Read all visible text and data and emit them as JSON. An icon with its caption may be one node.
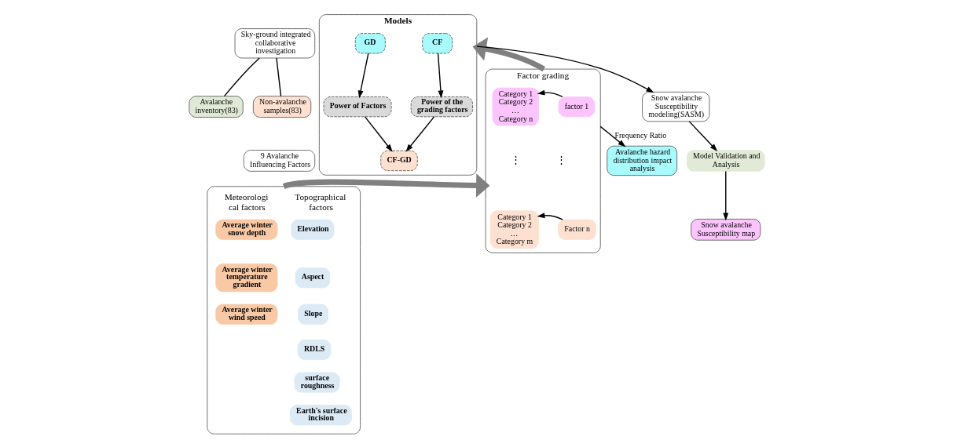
{
  "diagram": {
    "nodes": [
      {
        "text": [
          "Sky-ground integrated collaborative investigation"
        ]
      },
      {
        "text": [
          "Avalanche inventory(83)"
        ]
      },
      {
        "text": [
          "Non-avalanche samples(83)"
        ]
      },
      {
        "text": [
          "9 Avalanche Influencing Factors"
        ]
      },
      {
        "text": [],
        "shape": "box"
      },
      {
        "text": [
          "Average winter snow depth"
        ],
        "in": 4
      },
      {
        "text": [
          "Average winter temperature gradient"
        ],
        "in": 4
      },
      {
        "text": [
          "Average winter wind speed"
        ],
        "in": 4
      },
      {
        "text": [
          "Elevation"
        ],
        "in": 4
      },
      {
        "text": [
          "Aspect"
        ],
        "in": 4
      },
      {
        "text": [
          "Slope"
        ],
        "in": 4
      },
      {
        "text": [
          "RDLS"
        ],
        "in": 4
      },
      {
        "text": [
          "surface roughness"
        ],
        "in": 4
      },
      {
        "text": [
          "Earth's surface incision"
        ],
        "in": 4
      },
      {
        "text": [
          "Factor grading"
        ]
      },
      {
        "text": [
          "factor 1"
        ],
        "in": 14
      },
      {
        "text": [
          "Category 1",
          "Category 2",
          "…",
          "Category n"
        ],
        "in": 14
      },
      {
        "text": [
          "Factor n"
        ],
        "in": 14
      },
      {
        "text": [
          "Category 1",
          "Category 2",
          "…",
          "Category m"
        ],
        "in": 14
      },
      {
        "text": [
          "Avalanche hazard distribution impact analysis"
        ]
      },
      {
        "text": [
          "Models"
        ]
      },
      {
        "text": [
          "CF"
        ],
        "in": 20
      },
      {
        "text": [
          "GD"
        ],
        "in": 20
      },
      {
        "text": [
          "Power of the grading factors"
        ],
        "in": 20
      },
      {
        "text": [
          "Power of Factors"
        ],
        "in": 20
      },
      {
        "text": [
          "CF-GD"
        ],
        "in": 20
      },
      {
        "text": [
          "Snow avalanche Susceptibility modeling(SASM)"
        ]
      },
      {
        "text": [
          "Model Validation and Analysis"
        ]
      },
      {
        "text": [
          "Snow avalanche Susceptibility map"
        ]
      }
    ],
    "edges": [
      {
        "from": 0,
        "to": 1,
        "arrow": "none"
      },
      {
        "from": 0,
        "to": 2,
        "arrow": "none"
      },
      {
        "from": 4,
        "to": 14,
        "arrow": "to",
        "style": "thick",
        "color": "#808080"
      },
      {
        "from": 15,
        "to": 16,
        "arrow": "to"
      },
      {
        "from": 17,
        "to": 18,
        "arrow": "to"
      },
      {
        "from": 14,
        "to": 19,
        "arrow": "to",
        "label": "Frequency Ratio"
      },
      {
        "from": 14,
        "to": 20,
        "arrow": "to",
        "style": "thick",
        "color": "#808080"
      },
      {
        "from": 21,
        "to": 23,
        "arrow": "to"
      },
      {
        "from": 22,
        "to": 24,
        "arrow": "to"
      },
      {
        "from": 23,
        "to": 25,
        "arrow": "to"
      },
      {
        "from": 24,
        "to": 25,
        "arrow": "to"
      },
      {
        "from": 20,
        "to": 26,
        "arrow": "to"
      },
      {
        "from": 26,
        "to": 27,
        "arrow": "to"
      },
      {
        "from": 27,
        "to": 28,
        "arrow": "to"
      }
    ],
    "labels": [
      "Meteorologi cal factors",
      "Topographical factors",
      "⋮",
      "⋮"
    ]
  }
}
